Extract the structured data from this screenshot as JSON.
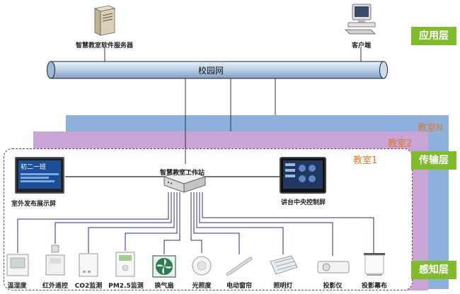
{
  "layers": {
    "application": "应用层",
    "transport": "传输层",
    "perception": "感知层"
  },
  "network": {
    "label": "校园网"
  },
  "servers": {
    "server": "智慧教室软件服务器",
    "client": "客户端"
  },
  "rooms": {
    "roomN": "教室N",
    "room2": "教室2",
    "room1": "教室1"
  },
  "hub": {
    "workstation": "智慧教室工作站",
    "outdoor_display": "室外发布展示屏",
    "outdoor_screen_text": "初二一班",
    "podium": "讲台中央控制屏"
  },
  "devices": [
    {
      "label": "温湿度",
      "icon": "thermo-hygrometer-icon"
    },
    {
      "label": "红外遥控",
      "icon": "ir-remote-icon"
    },
    {
      "label": "CO2监测",
      "icon": "co2-sensor-icon"
    },
    {
      "label": "PM2.5监测",
      "icon": "pm25-sensor-icon"
    },
    {
      "label": "换气扇",
      "icon": "ventilation-fan-icon"
    },
    {
      "label": "光照度",
      "icon": "light-sensor-icon"
    },
    {
      "label": "电动窗帘",
      "icon": "curtain-motor-icon"
    },
    {
      "label": "照明灯",
      "icon": "lighting-icon"
    },
    {
      "label": "投影仪",
      "icon": "projector-icon"
    },
    {
      "label": "投影幕布",
      "icon": "projection-screen-icon"
    }
  ],
  "colors": {
    "layer_tag": "#7fbb2a",
    "room_label": "#e07a2a",
    "roomN_bg": "#8db0dc",
    "room2_bg": "#c9a4d4",
    "network_pipe": "#b9cfe6",
    "wire": "#2a2a9a"
  }
}
